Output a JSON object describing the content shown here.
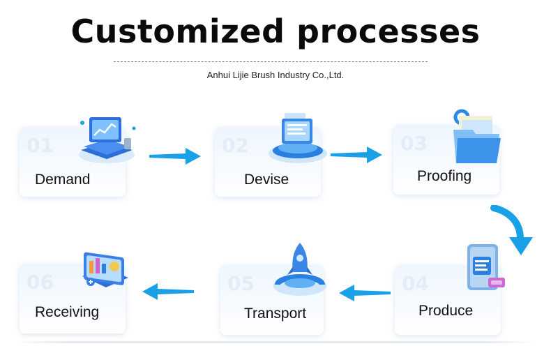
{
  "header": {
    "title": "Customized processes",
    "dashes": "--------------------------------------------------------------------------------------------",
    "subtitle": "Anhui Lijie Brush Industry Co.,Ltd."
  },
  "steps": [
    {
      "number": "01",
      "label": "Demand",
      "icon": "laptop-chart-icon"
    },
    {
      "number": "02",
      "label": "Devise",
      "icon": "design-platform-icon"
    },
    {
      "number": "03",
      "label": "Proofing",
      "icon": "folder-files-icon"
    },
    {
      "number": "04",
      "label": "Produce",
      "icon": "document-card-icon"
    },
    {
      "number": "05",
      "label": "Transport",
      "icon": "rocket-icon"
    },
    {
      "number": "06",
      "label": "Receiving",
      "icon": "dashboard-chart-icon"
    }
  ],
  "colors": {
    "arrow": "#1aa0e6",
    "card_top": "#eef6fd",
    "number": "#e3edf7"
  }
}
